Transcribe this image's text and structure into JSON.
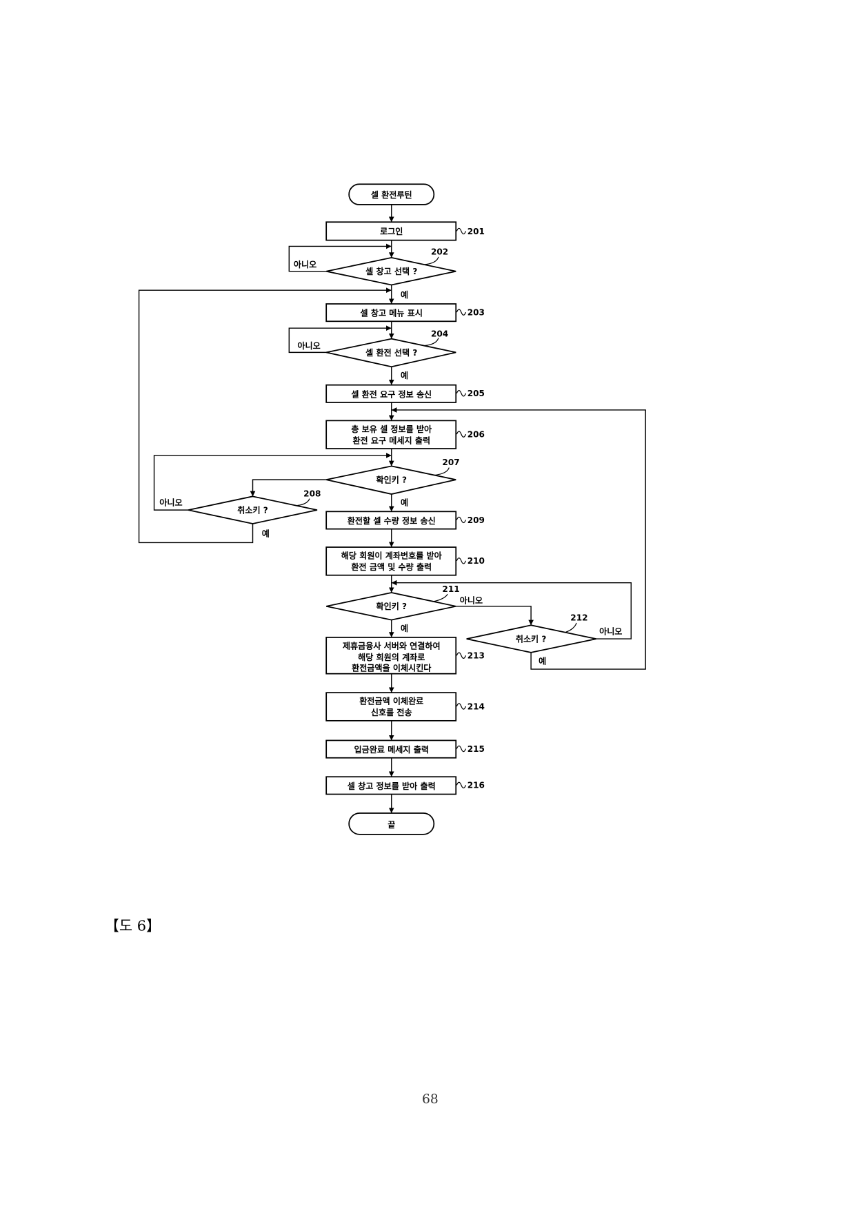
{
  "flowchart": {
    "start": "셀 환전루틴",
    "end": "끝",
    "branch_labels": {
      "yes": "예",
      "no": "아니오"
    },
    "nodes": [
      {
        "ref": "201",
        "lines": [
          "로그인"
        ]
      },
      {
        "ref": "202",
        "lines": [
          "셀 창고 선택 ?"
        ]
      },
      {
        "ref": "203",
        "lines": [
          "셀 창고 메뉴 표시"
        ]
      },
      {
        "ref": "204",
        "lines": [
          "셀 환전 선택 ?"
        ]
      },
      {
        "ref": "205",
        "lines": [
          "셀 환전 요구 정보 송신"
        ]
      },
      {
        "ref": "206",
        "lines": [
          "총 보유 셀 정보를 받아",
          "환전 요구 메세지 출력"
        ]
      },
      {
        "ref": "207",
        "lines": [
          "확인키 ?"
        ]
      },
      {
        "ref": "208",
        "lines": [
          "취소키 ?"
        ]
      },
      {
        "ref": "209",
        "lines": [
          "환전할 셀 수량 정보 송신"
        ]
      },
      {
        "ref": "210",
        "lines": [
          "해당 회원이 계좌번호를 받아",
          "환전 금액 및 수량 출력"
        ]
      },
      {
        "ref": "211",
        "lines": [
          "확인키 ?"
        ]
      },
      {
        "ref": "212",
        "lines": [
          "취소키 ?"
        ]
      },
      {
        "ref": "213",
        "lines": [
          "제휴금융사 서버와 연결하여",
          "해당 회원의 계좌로",
          "환전금액을 이체시킨다"
        ]
      },
      {
        "ref": "214",
        "lines": [
          "환전금액 이체완료",
          "신호를 전송"
        ]
      },
      {
        "ref": "215",
        "lines": [
          "입금완료 메세지 출력"
        ]
      },
      {
        "ref": "216",
        "lines": [
          "셀 창고 정보를 받아 출력"
        ]
      }
    ]
  },
  "caption": "【도 6】",
  "page_number": "68"
}
